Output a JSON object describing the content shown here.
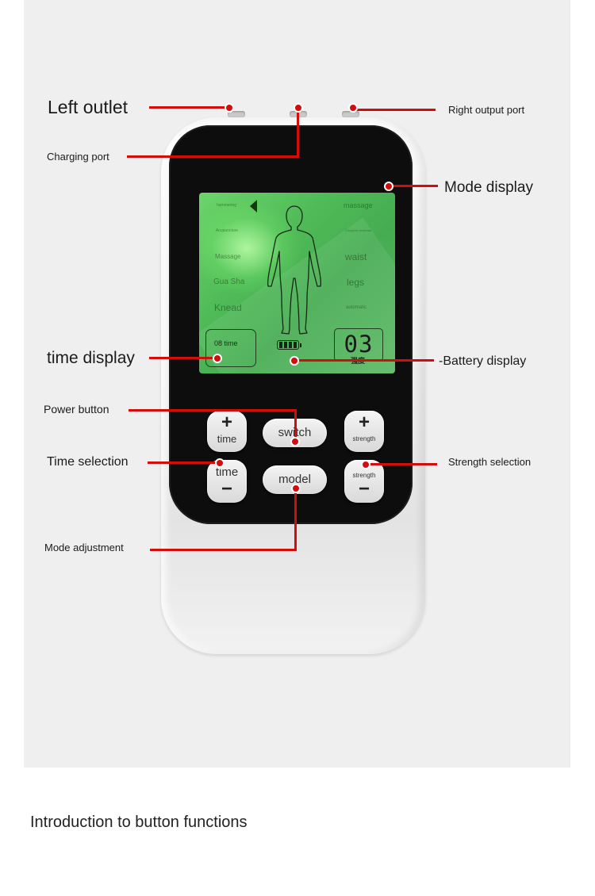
{
  "caption": "Introduction to button functions",
  "callouts": {
    "left_outlet": "Left outlet",
    "charging_port": "Charging port",
    "right_output_port": "Right output port",
    "mode_display": "Mode display",
    "time_display": "time display",
    "battery_display": "-Battery display",
    "power_button": "Power button",
    "time_selection": "Time selection",
    "strength_selection": "Strength selection",
    "mode_adjustment": "Mode adjustment"
  },
  "lcd": {
    "modes_left": [
      "hammering",
      "Acupuncture",
      "Massage",
      "Gua Sha",
      "Knead"
    ],
    "modes_right": [
      "massage",
      "Cheyene remerate",
      "waist",
      "legs",
      "automatic"
    ],
    "time_label": "08 time",
    "digits": "03",
    "level_label": "强度",
    "battery_bars": 4
  },
  "buttons": {
    "time_plus_symbol": "+",
    "time_plus_label": "time",
    "switch_label": "switch",
    "strength_plus_symbol": "+",
    "strength_plus_label": "strength",
    "time_minus_label": "time",
    "time_minus_symbol": "−",
    "model_label": "model",
    "strength_minus_label": "strength",
    "strength_minus_symbol": "−"
  },
  "colors": {
    "callout_line": "#d30c0c",
    "lcd_green": "#4fbb57",
    "device_face": "#0d0d0d"
  }
}
